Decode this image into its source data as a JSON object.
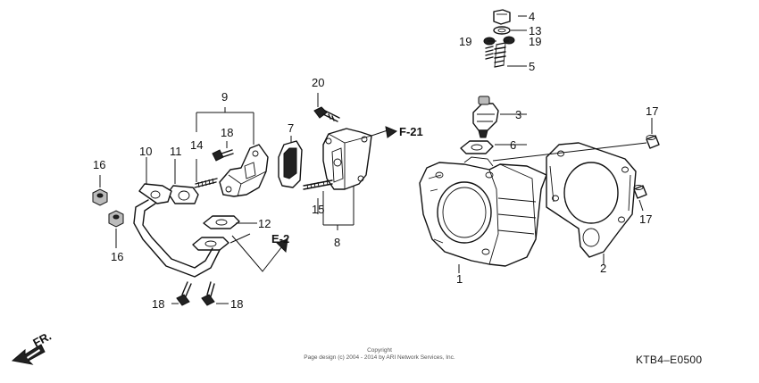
{
  "diagram": {
    "callouts": {
      "c1": "1",
      "c2": "2",
      "c3": "3",
      "c4": "4",
      "c5": "5",
      "c6": "6",
      "c7": "7",
      "c8": "8",
      "c9": "9",
      "c10": "10",
      "c11": "11",
      "c12": "12",
      "c13": "13",
      "c14": "14",
      "c15": "15",
      "c16a": "16",
      "c16b": "16",
      "c17a": "17",
      "c17b": "17",
      "c18a": "18",
      "c18b": "18",
      "c18c": "18",
      "c19a": "19",
      "c19b": "19",
      "c20": "20"
    },
    "refs": {
      "f21": "F-21",
      "e2": "E-2"
    },
    "front_label": "FR.",
    "copyright_line1": "Copyright",
    "copyright_line2": "Page design (c) 2004 - 2014 by ARI Network Services, Inc.",
    "diagram_code": "KTB4–E0500"
  }
}
